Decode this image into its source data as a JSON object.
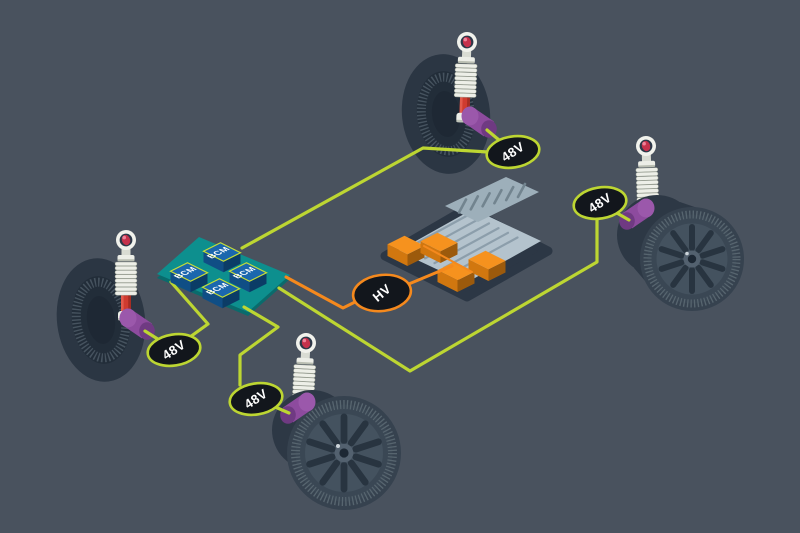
{
  "illustration": {
    "wheel_badges": [
      {
        "position": "top",
        "text": "48V"
      },
      {
        "position": "right",
        "text": "48V"
      },
      {
        "position": "left",
        "text": "48V"
      },
      {
        "position": "bottom",
        "text": "48V"
      }
    ],
    "hv_badge": {
      "text": "HV"
    },
    "control_modules": [
      {
        "text": "BCM"
      },
      {
        "text": "BCM"
      },
      {
        "text": "BCM"
      },
      {
        "text": "BCM"
      }
    ],
    "colors": {
      "background": "#49525e",
      "wire_green": "#bdd632",
      "wire_orange": "#f5891d",
      "board_teal": "#0d8f8e",
      "board_edge": "#0a6b6c",
      "chip_blue": "#1b67ae",
      "badge_fill": "#12161c",
      "cell_orange": "#f6921e",
      "battery_lid": "#b4c3cd",
      "battery_base": "#2c3745",
      "tire": "#2d3845",
      "tire_face": "#36424f",
      "damper_red": "#cf3b2f",
      "actuator_purple": "#8d4b9e",
      "label_text": "#ffffff"
    }
  }
}
